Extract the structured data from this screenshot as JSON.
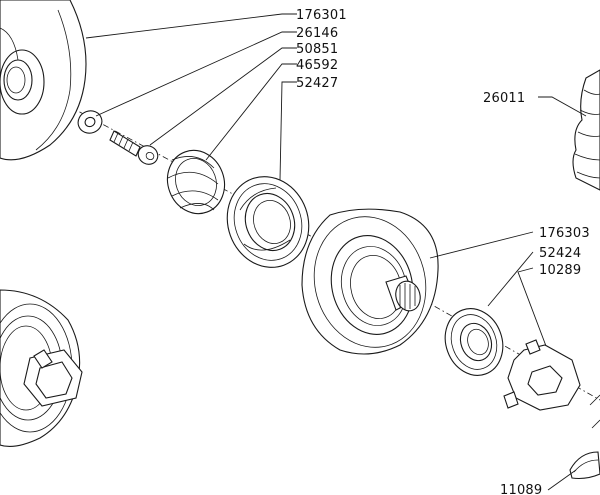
{
  "diagram": {
    "part_labels": {
      "p176301": "176301",
      "p26146": "26146",
      "p50851": "50851",
      "p46592": "46592",
      "p52427": "52427",
      "p26011": "26011",
      "p176303": "176303",
      "p52424": "52424",
      "p10289": "10289",
      "p11089": "11089"
    }
  }
}
